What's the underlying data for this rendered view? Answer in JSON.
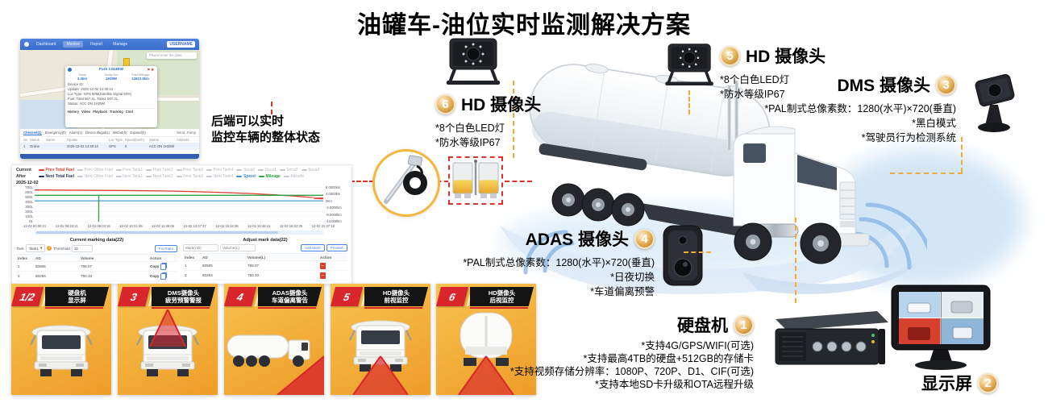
{
  "title": "油罐车-油位实时监测解决方案",
  "backend_note": {
    "line1": "后端可以实时",
    "line2": "监控车辆的整体状态"
  },
  "colors": {
    "red_dash": "#d9342b",
    "yellow_dash": "#f2a93b",
    "thumb_bg": "#f2a83a",
    "badge_gold": "#cf9a33",
    "thumb_red": "#d8262c"
  },
  "map_panel": {
    "nav": [
      "Dashboard",
      "Monitor",
      "Report",
      "Manage"
    ],
    "nav_user": "USERNAME",
    "search_placeholder": "Please enter the plate",
    "popup": {
      "title": "Park 1344BW",
      "stats": [
        {
          "label": "Today",
          "value": "3.4km"
        },
        {
          "label": "Today Dur",
          "value": "1H25M"
        },
        {
          "label": "Total Mileage",
          "value": "12613.4km"
        }
      ],
      "lines": [
        "Device ID:",
        "Update: 2025-12-02 14:30:14",
        "Loc Type: GPS 50M(Satellite Signal 50%)",
        "Fuel: Total 567.3L, Tank1 567.3L",
        "Status: ACC ON 1H25M"
      ],
      "actions": [
        "History",
        "Video",
        "Playback",
        "Tracking",
        "Cmd"
      ]
    },
    "tabs": [
      "Checked(1)",
      "Emergency(0)",
      "Alarm(1)",
      "Device Illegal(1)",
      "MsOut(0)",
      "Expired(0)"
    ],
    "toolbar": [
      "Send",
      "Pump"
    ],
    "headers": [
      "No",
      "Status",
      "Name",
      "Update",
      "Loc Type",
      "Speed(km/h)",
      "Status",
      "Address"
    ],
    "row": [
      "1",
      "Online",
      "",
      "2025-12-02 14:30:14",
      "GPS",
      "0",
      "ACC ON 1H25M",
      ""
    ]
  },
  "fuel_chart": {
    "group1_label": "Current",
    "group2_label": "After",
    "date": "2025-12-02",
    "legend1": [
      "Prev Total Fuel",
      "Prev Other Fuel",
      "Prev Tank1",
      "Prev Tank2",
      "Prev Tank3",
      "Prev Tank4",
      "Snca0",
      "Snca1",
      "Snca2",
      "Snca3"
    ],
    "legend2": [
      "Next Total Fuel",
      "Next Other Fuel",
      "Next Tank1",
      "Next Tank2",
      "Next Tank3",
      "Next Tank4",
      "Speed",
      "Mileage",
      "Altitude"
    ],
    "y_left": [
      "700L",
      "600L",
      "500L",
      "400L",
      "300L",
      "200L",
      "100L",
      "0L"
    ],
    "y_right": [
      "8.0000km",
      "4.0000km",
      "0km",
      "-4.0000km",
      "-8.0000km",
      "-12.000km"
    ]
  },
  "chart_data": {
    "type": "line",
    "title": "",
    "x": [
      "12-02 00:00:21",
      "12-02 06:23:21",
      "12-02 09:03:16",
      "12-02 10:21:49",
      "12-02 11:49:05",
      "12-02 13:37:47",
      "12-02 15:24:26",
      "12-02 16:46:41",
      "12-02 18:22:26",
      "12-02 21:37:19"
    ],
    "ylim_left": [
      0,
      700
    ],
    "ylim_right": [
      -12,
      8
    ],
    "grid": true,
    "legend_position": "top",
    "series": [
      {
        "name": "Prev Total Fuel",
        "axis": "left",
        "color": "#e23a2e",
        "values": [
          640,
          636,
          632,
          628,
          620,
          606,
          586,
          560,
          522,
          470
        ]
      },
      {
        "name": "Speed",
        "axis": "right",
        "color": "#5aa7e0",
        "values": [
          0,
          0,
          0,
          0,
          0,
          0,
          0,
          0,
          0,
          0
        ]
      },
      {
        "name": "Mileage",
        "axis": "right",
        "color": "#2f9e44",
        "values": [
          3.2,
          3.2,
          3.2,
          3.2,
          3.2,
          3.2,
          3.2,
          3.2,
          3.2,
          3.2
        ]
      }
    ],
    "annotations": {
      "vline_x": "12-02 09:03:16",
      "vline_color": "#2f9e44"
    }
  },
  "current_marking": {
    "title": "Current marking data(22)",
    "tank_label": "Tank",
    "tank_value": "Tank1",
    "threshold_label": "Threshold",
    "threshold_value": "10",
    "fix_ratio_button": "Fix Ratio",
    "headers": [
      "Index",
      "AD",
      "Volume",
      "Action"
    ],
    "action_label": "Copy",
    "rows": [
      {
        "index": "1",
        "ad": "60505",
        "volume": "788.07"
      },
      {
        "index": "2",
        "ad": "60294",
        "volume": "750.33"
      }
    ]
  },
  "adjust_mark": {
    "title": "Adjust mark data(22)",
    "mark_placeholder": "Mark(AD)",
    "volume_placeholder": "Volume(L)",
    "add_button": "Add Mark",
    "preview_button": "Preview",
    "headers": [
      "Index",
      "AD",
      "Volume(L)",
      "Action"
    ],
    "rows": [
      {
        "index": "1",
        "ad": "60505",
        "volume": "788.07"
      },
      {
        "index": "2",
        "ad": "60294",
        "volume": "750.33"
      }
    ]
  },
  "thumbnails": [
    {
      "badge": "1/2",
      "line1": "硬盘机",
      "line2": "显示屏"
    },
    {
      "badge": "3",
      "line1": "DMS摄像头",
      "line2": "疲劳预警警报"
    },
    {
      "badge": "4",
      "line1": "ADAS摄像头",
      "line2": "车道偏离警告"
    },
    {
      "badge": "5",
      "line1": "HD摄像头",
      "line2": "前视监控"
    },
    {
      "badge": "6",
      "line1": "HD摄像头",
      "line2": "后视监控"
    }
  ],
  "callouts": {
    "hd6": {
      "badge": "6",
      "title": "HD 摄像头",
      "specs": [
        "*8个白色LED灯",
        "*防水等级IP67"
      ]
    },
    "hd5": {
      "badge": "5",
      "title": "HD 摄像头",
      "specs": [
        "*8个白色LED灯",
        "*防水等级IP67"
      ]
    },
    "dms": {
      "badge": "3",
      "title": "DMS 摄像头",
      "specs": [
        "*PAL制式总像素数：1280(水平)×720(垂直)",
        "*黑白模式",
        "*驾驶员行为检测系统"
      ]
    },
    "adas": {
      "badge": "4",
      "title": "ADAS 摄像头",
      "specs": [
        "*PAL制式总像素数：1280(水平)×720(垂直)",
        "*日夜切换",
        "*车道偏离预警"
      ]
    },
    "dvr": {
      "badge": "1",
      "title": "硬盘机",
      "specs": [
        "*支持4G/GPS/WIFI(可选)",
        "*支持最高4TB的硬盘+512GB的存储卡",
        "*支持视频存储分辨率：1080P、720P、D1、CIF(可选)",
        "*支持本地SD卡升级和OTA远程升级"
      ]
    },
    "monitor": {
      "badge": "2",
      "title": "显示屏"
    }
  }
}
